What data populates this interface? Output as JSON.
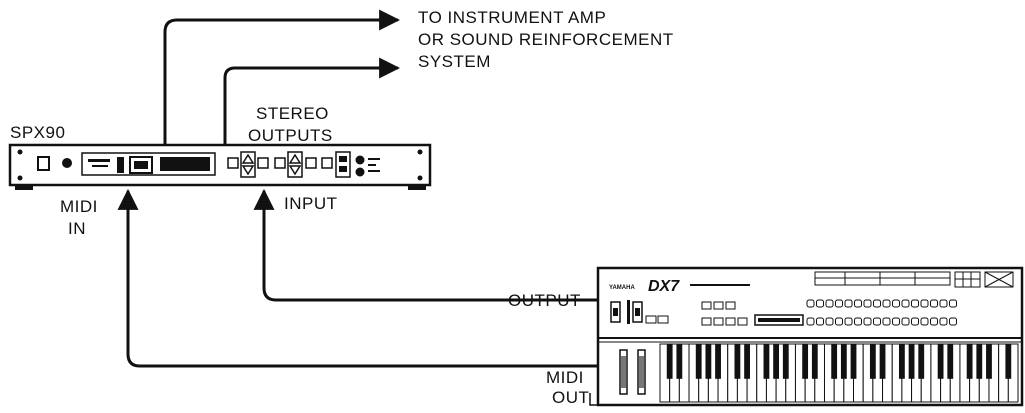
{
  "labels": {
    "destination_line1": "TO INSTRUMENT AMP",
    "destination_line2": "OR SOUND REINFORCEMENT",
    "destination_line3": "SYSTEM",
    "device_name": "SPX90",
    "stereo_outputs_line1": "STEREO",
    "stereo_outputs_line2": "OUTPUTS",
    "midi_in_line1": "MIDI",
    "midi_in_line2": "IN",
    "input": "INPUT",
    "output": "OUTPUT",
    "midi_out_line1": "MIDI",
    "midi_out_line2": "OUT"
  },
  "synth": {
    "brand": "YAMAHA",
    "model": "DX7"
  },
  "colors": {
    "ink": "#111111",
    "panel": "#ffffff"
  }
}
